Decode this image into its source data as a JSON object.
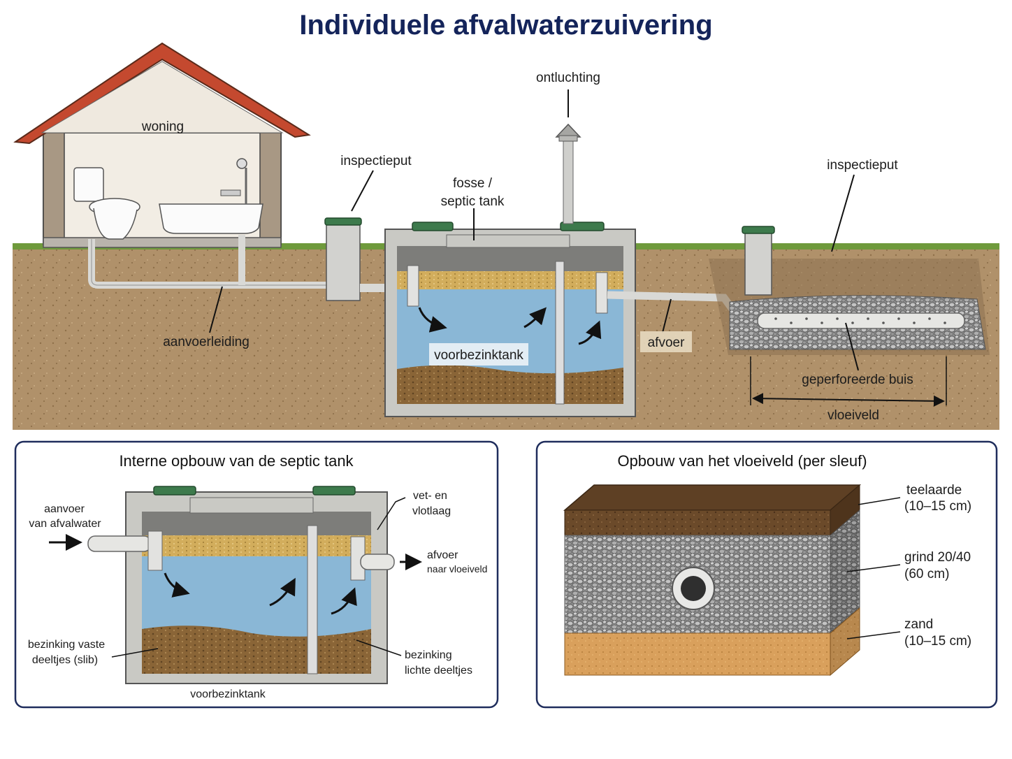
{
  "title": "Individuele afvalwaterzuivering",
  "main": {
    "woning": "woning",
    "inspectieput_left": "inspectieput",
    "ontluchting": "ontluchting",
    "fosse_line1": "fosse /",
    "fosse_line2": "septic tank",
    "inspectieput_right": "inspectieput",
    "aanvoerleiding": "aanvoerleiding",
    "voorbezinktank": "voorbezinktank",
    "afvoer": "afvoer",
    "geperforeerde_buis": "geperforeerde buis",
    "vloeiveld": "vloeiveld"
  },
  "panel_left": {
    "title": "Interne opbouw van de septic tank",
    "aanvoer_line1": "aanvoer",
    "aanvoer_line2": "van afvalwater",
    "vet_line1": "vet- en",
    "vet_line2": "vlotlaag",
    "afvoer_line1": "afvoer",
    "afvoer_line2": "naar vloeiveld",
    "bezinking_vaste_line1": "bezinking vaste",
    "bezinking_vaste_line2": "deeltjes  (slib)",
    "bezinking_lichte_line1": "bezinking",
    "bezinking_lichte_line2": "lichte deeltjes",
    "voorbezinktank": "voorbezinktank"
  },
  "panel_right": {
    "title": "Opbouw van het vloeiveld (per sleuf)",
    "teelaarde_line1": "teelaarde",
    "teelaarde_line2": "(10–15 cm)",
    "grind_line1": "grind 20/40",
    "grind_line2": "(60 cm)",
    "zand_line1": "zand",
    "zand_line2": "(10–15 cm)"
  },
  "colors": {
    "title": "#14245a",
    "soil": "#a8895c",
    "water": "#8ab7d6",
    "concrete": "#c9c9c4",
    "roof": "#c4492f",
    "lid": "#3d7a4c",
    "panel_border": "#1f2d5c"
  }
}
